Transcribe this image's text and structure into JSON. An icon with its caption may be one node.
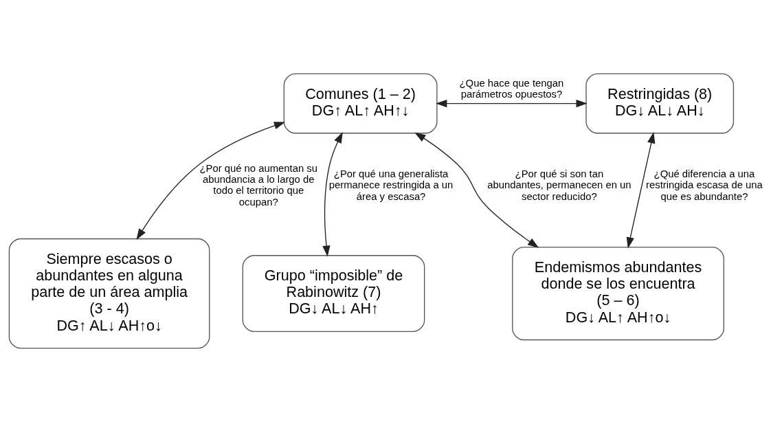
{
  "diagram": {
    "nodes": [
      {
        "text": [
          "Comunes (1 – 2)",
          "DG↑ AL↑ AH↑↓"
        ]
      },
      {
        "text": [
          "Restringidas (8)",
          "DG↓ AL↓ AH↓"
        ]
      },
      {
        "text": [
          "Siempre escasos o abundantes en alguna parte de un área amplia (3 - 4)",
          "DG↑ AL↓ AH↑o↓"
        ]
      },
      {
        "text": [
          "Grupo “imposible” de Rabinowitz (7)",
          "DG↓ AL↓ AH↑"
        ]
      },
      {
        "text": [
          "Endemismos abundantes donde se los encuentra (5 – 6)",
          "DG↓ AL↑ AH↑o↓"
        ]
      }
    ],
    "edges": [
      {
        "from": 0,
        "to": 1,
        "arrow": "both",
        "label": "¿Que hace que tengan parámetros opuestos?"
      },
      {
        "from": 0,
        "to": 3,
        "arrow": "both",
        "label": "¿Por qué una generalista permanece restringida a un área y escasa?"
      },
      {
        "from": 0,
        "to": 2,
        "arrow": "both",
        "label": "¿Por qué no aumentan su abundancia a lo largo de todo el territorio que ocupan?"
      },
      {
        "from": 0,
        "to": 4,
        "arrow": "both",
        "label": "¿Por qué si son tan abundantes, permanecen en un sector reducido?"
      },
      {
        "from": 1,
        "to": 4,
        "arrow": "both",
        "label": "¿Qué diferencia a una restringida escasa de una que es abundante?"
      }
    ]
  }
}
